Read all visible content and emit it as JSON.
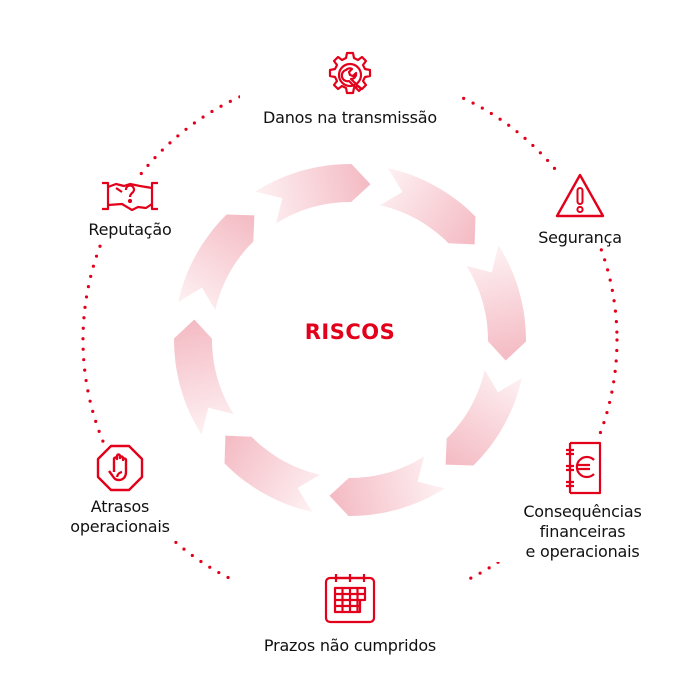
{
  "diagram": {
    "center_label": "RISCOS",
    "accent_color": "#e2001a",
    "ring_color": "#f3b8c1",
    "nodes": [
      {
        "id": "danos",
        "label_lines": [
          "Danos na transmissão"
        ],
        "icon": "gear-wrench-icon"
      },
      {
        "id": "seguranca",
        "label_lines": [
          "Segurança"
        ],
        "icon": "warning-triangle-icon"
      },
      {
        "id": "consequencias",
        "label_lines": [
          "Consequências",
          "financeiras",
          "e operacionais"
        ],
        "icon": "euro-notebook-icon"
      },
      {
        "id": "prazos",
        "label_lines": [
          "Prazos não cumpridos"
        ],
        "icon": "calendar-icon"
      },
      {
        "id": "atrasos",
        "label_lines": [
          "Atrasos",
          "operacionais"
        ],
        "icon": "stop-hand-icon"
      },
      {
        "id": "reputacao",
        "label_lines": [
          "Reputação"
        ],
        "icon": "handshake-question-icon"
      }
    ]
  }
}
